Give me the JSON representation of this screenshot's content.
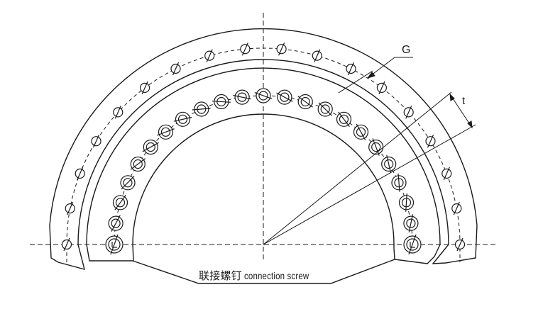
{
  "labels": {
    "hole_callout": "G",
    "pitch_dimension": "t",
    "screw_label_cn": "联接螺钉",
    "screw_label_en": "connection screw"
  },
  "colors": {
    "line": "#1a1a1a",
    "background": "#ffffff"
  }
}
